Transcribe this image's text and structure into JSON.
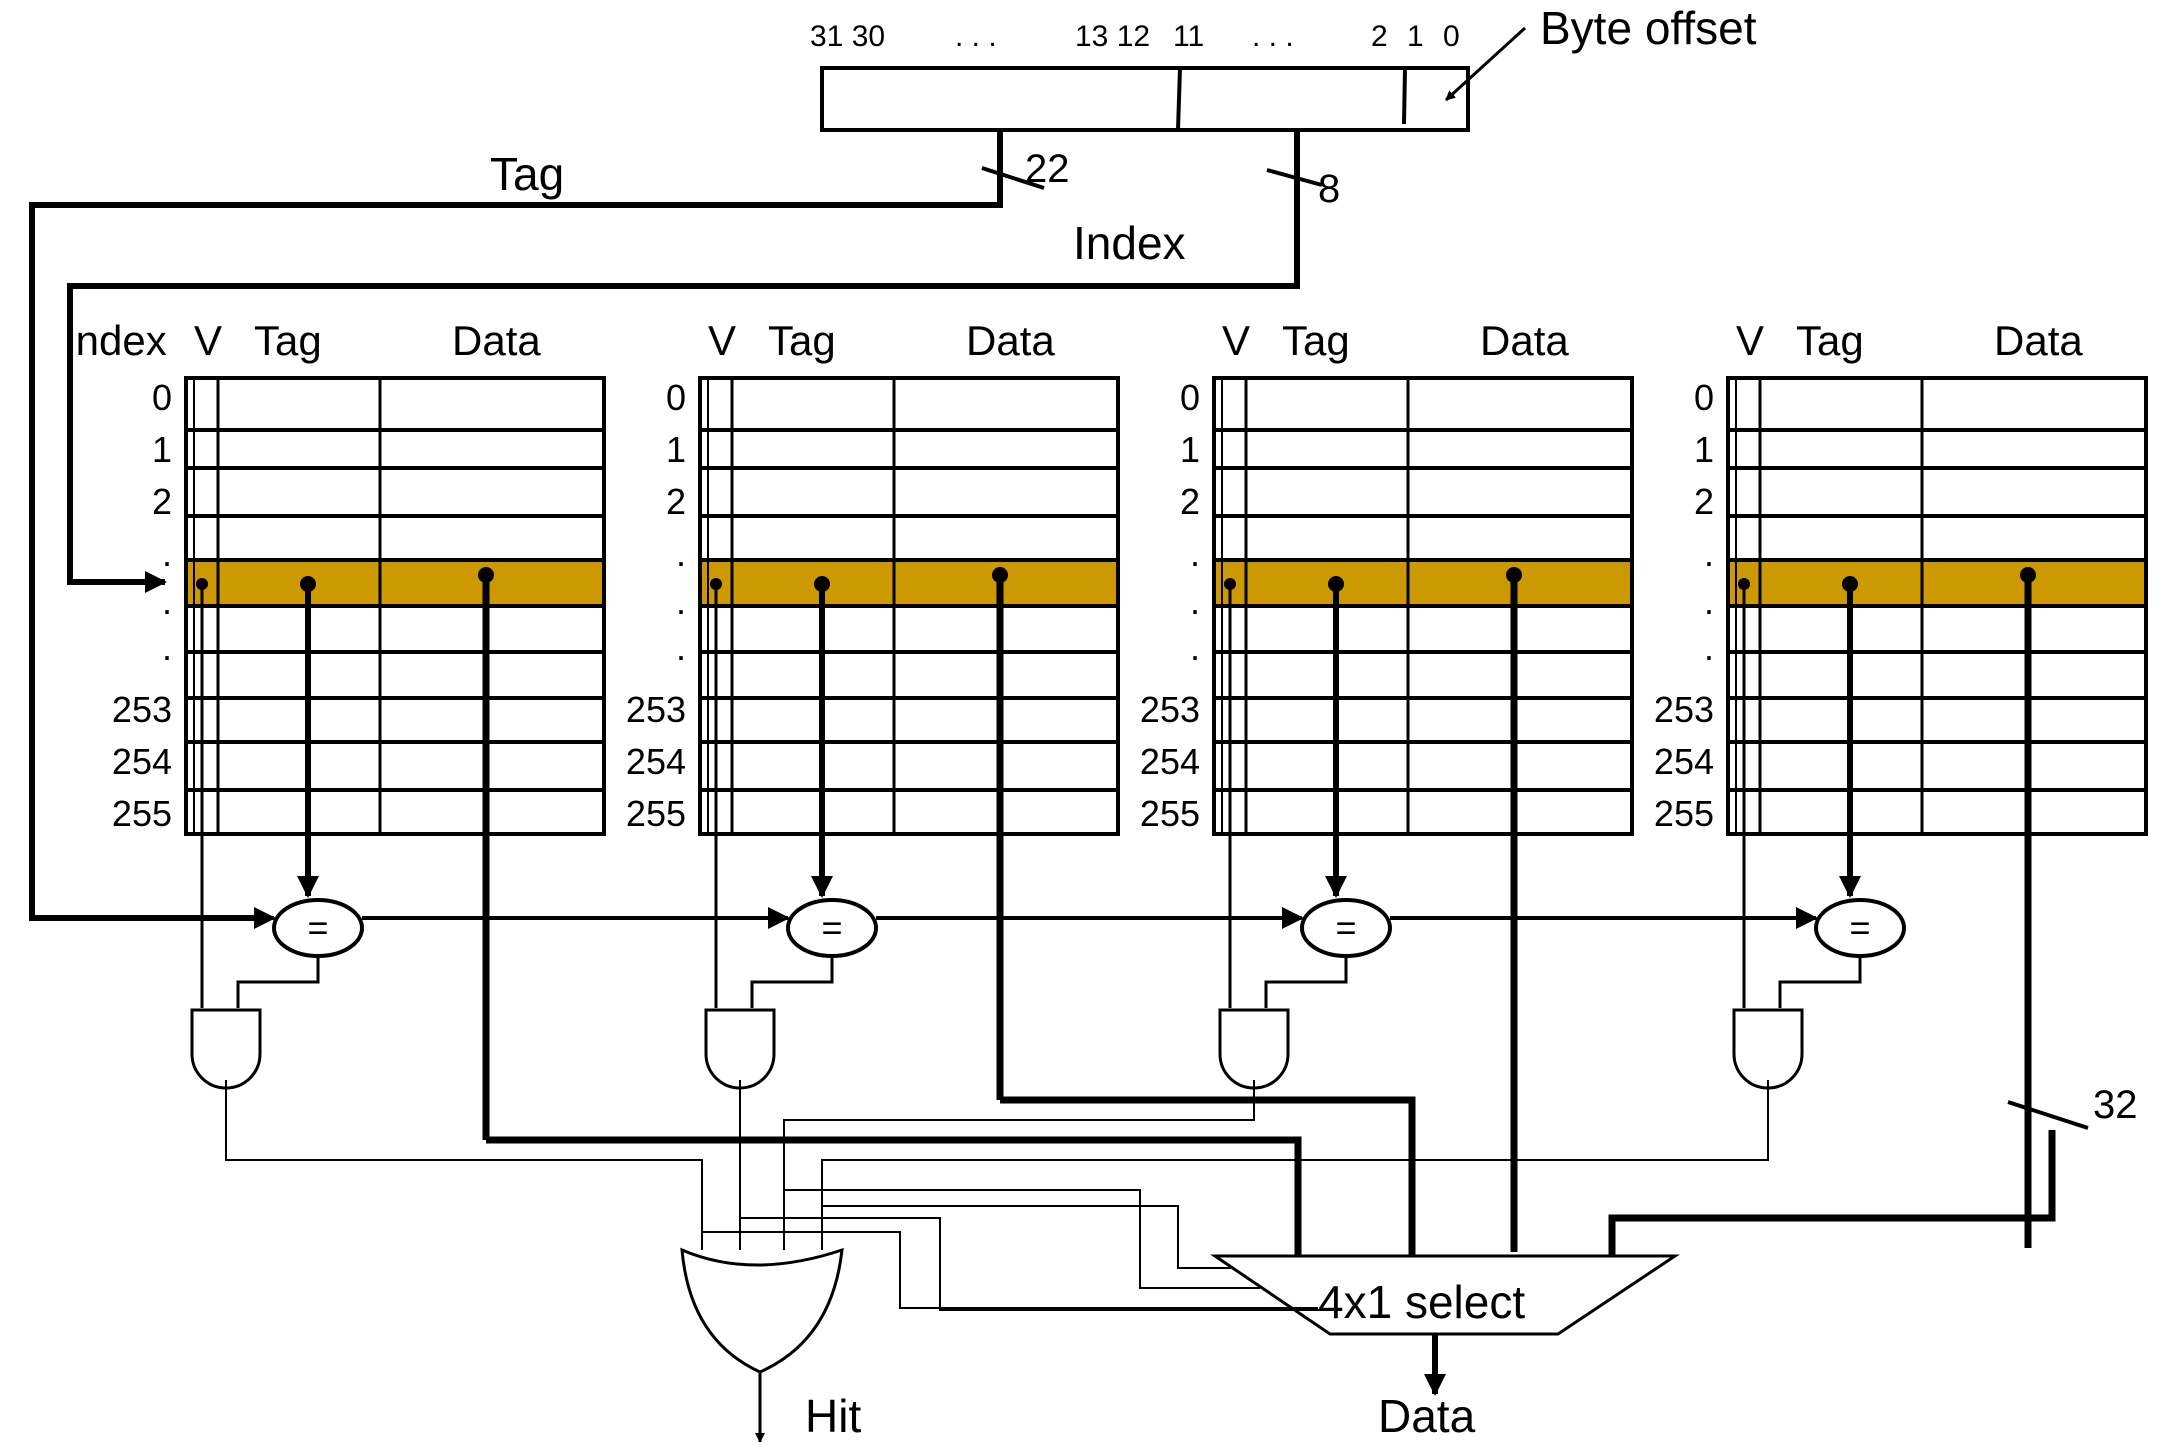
{
  "address": {
    "bit_labels": [
      "31 30",
      ". . .",
      "13 12",
      "11",
      ". . .",
      "2",
      "1",
      "0"
    ],
    "byte_offset_label": "Byte offset",
    "tag_label": "Tag",
    "tag_width": "22",
    "index_label": "Index",
    "index_width": "8"
  },
  "ways": [
    {
      "headers": [
        "Index",
        "V",
        "Tag",
        "Data"
      ],
      "row_labels": [
        "0",
        "1",
        "2",
        ".",
        ".",
        ".",
        "253",
        "254",
        "255"
      ]
    },
    {
      "headers": [
        "",
        "V",
        "Tag",
        "Data"
      ],
      "row_labels": [
        "0",
        "1",
        "2",
        ".",
        ".",
        ".",
        "253",
        "254",
        "255"
      ]
    },
    {
      "headers": [
        "",
        "V",
        "Tag",
        "Data"
      ],
      "row_labels": [
        "0",
        "1",
        "2",
        ".",
        ".",
        ".",
        "253",
        "254",
        "255"
      ]
    },
    {
      "headers": [
        "",
        "V",
        "Tag",
        "Data"
      ],
      "row_labels": [
        "0",
        "1",
        "2",
        ".",
        ".",
        ".",
        "253",
        "254",
        "255"
      ]
    }
  ],
  "comparator_symbol": "=",
  "data_width": "32",
  "mux_label": "4x1 select",
  "hit_label": "Hit",
  "data_out_label": "Data",
  "colors": {
    "selected_row": "#CC9900",
    "line": "#000000",
    "background": "#FFFFFF"
  }
}
